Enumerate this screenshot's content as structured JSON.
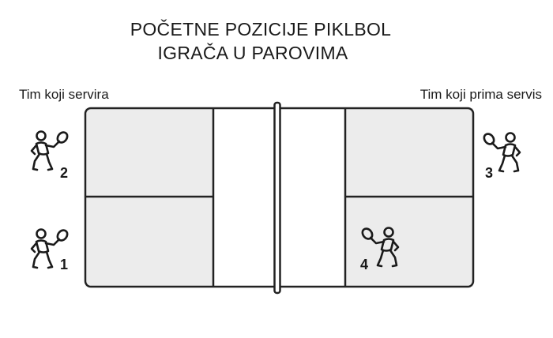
{
  "title": {
    "line1": "POČETNE POZICIJE PIKLBOL",
    "line2": "IGRAČA U PAROVIMA"
  },
  "teams": {
    "serving": "Tim koji servira",
    "receiving": "Tim koji prima servis"
  },
  "players": [
    {
      "number": "1",
      "icon": "player-icon"
    },
    {
      "number": "2",
      "icon": "player-icon"
    },
    {
      "number": "3",
      "icon": "player-icon"
    },
    {
      "number": "4",
      "icon": "player-icon"
    }
  ],
  "colors": {
    "service_box": "#ececec",
    "kitchen": "#ffffff",
    "lines": "#222222"
  }
}
